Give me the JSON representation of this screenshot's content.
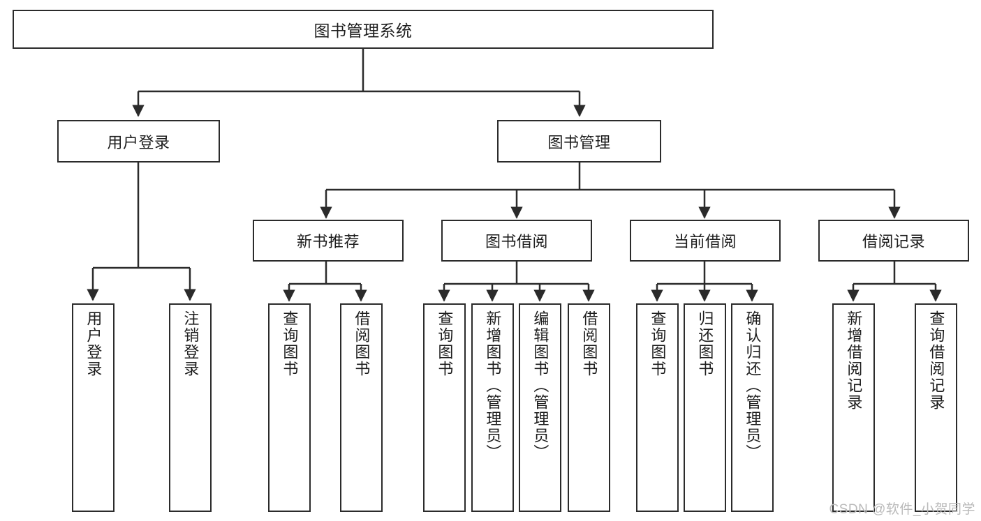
{
  "diagram": {
    "title": "图书管理系统",
    "watermark": "CSDN @软件_小贺同学",
    "line_color": "#2b2b2b",
    "box_fill": "#ffffff",
    "text_color": "#1d1d1d",
    "watermark_color": "#b9b9b9"
  },
  "nodes": {
    "root": {
      "label": "图书管理系统"
    },
    "level1": [
      {
        "label": "用户登录"
      },
      {
        "label": "图书管理"
      }
    ],
    "level2": [
      {
        "label": "新书推荐"
      },
      {
        "label": "图书借阅"
      },
      {
        "label": "当前借阅"
      },
      {
        "label": "借阅记录"
      }
    ],
    "leaves": {
      "user_login": [
        {
          "label": "用户登录"
        },
        {
          "label": "注销登录"
        }
      ],
      "new_book_rec": [
        {
          "label": "查询图书"
        },
        {
          "label": "借阅图书"
        }
      ],
      "book_borrow": [
        {
          "label": "查询图书"
        },
        {
          "label": "新增图书（管理员）"
        },
        {
          "label": "编辑图书（管理员）"
        },
        {
          "label": "借阅图书"
        }
      ],
      "current_borrow": [
        {
          "label": "查询图书"
        },
        {
          "label": "归还图书"
        },
        {
          "label": "确认归还（管理员）"
        }
      ],
      "borrow_record": [
        {
          "label": "新增借阅记录"
        },
        {
          "label": "查询借阅记录"
        }
      ]
    }
  }
}
